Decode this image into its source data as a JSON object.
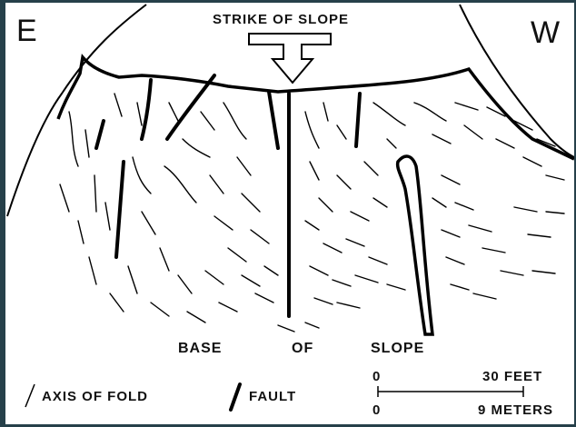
{
  "title": "STRIKE OF SLOPE",
  "directions": {
    "east": "E",
    "west": "W"
  },
  "base_labels": {
    "base": "BASE",
    "of": "OF",
    "slope": "SLOPE"
  },
  "legend": {
    "fold_axis": "AXIS OF FOLD",
    "fault": "FAULT"
  },
  "scale": {
    "feet_start": "0",
    "feet_end": "30 FEET",
    "meters_start": "0",
    "meters_end": "9 METERS"
  }
}
